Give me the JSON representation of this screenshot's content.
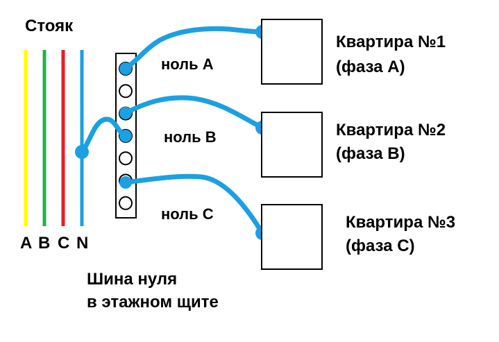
{
  "riser": {
    "title": "Стояк",
    "labels": [
      "A",
      "B",
      "C",
      "N"
    ],
    "colors": [
      "#ffff00",
      "#22b14c",
      "#ed1c24",
      "#1ba0e2"
    ]
  },
  "neutral_bus": {
    "caption_line1": "Шина нуля",
    "caption_line2": "в этажном щите",
    "terminal_count": 7
  },
  "wires": [
    {
      "label": "ноль A"
    },
    {
      "label": "ноль B"
    },
    {
      "label": "ноль C"
    }
  ],
  "apartments": [
    {
      "name": "Квартира №1",
      "phase": "(фаза А)"
    },
    {
      "name": "Квартира №2",
      "phase": "(фаза В)"
    },
    {
      "name": "Квартира №3",
      "phase": "(фаза С)"
    }
  ],
  "colors": {
    "wire": "#1ba0e2",
    "outline": "#000000",
    "background": "#ffffff"
  },
  "icons": {
    "terminal": "circle",
    "apartment": "square"
  }
}
